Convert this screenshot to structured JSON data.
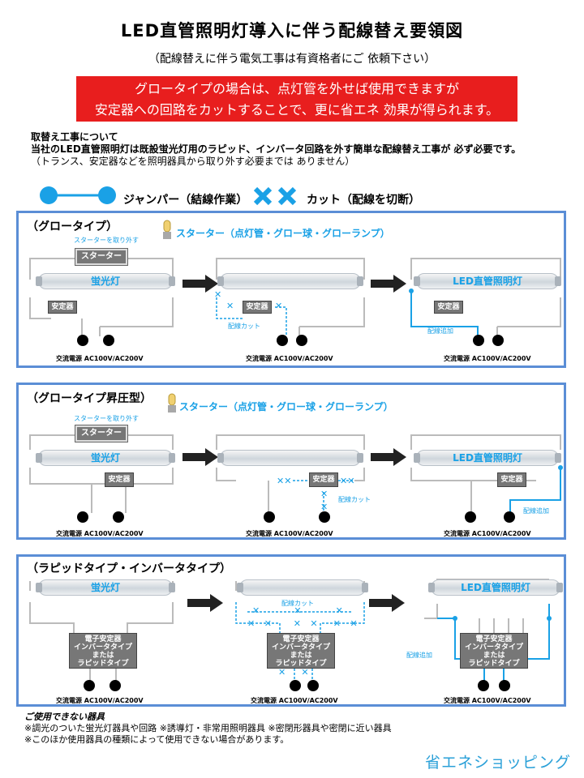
{
  "header": {
    "title": "LED直管照明灯導入に伴う配線替え要領図",
    "subtitle": "（配線替えに伴う電気工事は有資格者にご 依頼下さい）",
    "red_line1": "グロータイプの場合は、点灯管を外せば使用できますが",
    "red_line2": "安定器への回路をカットすることで、更に省エネ 効果が得られます。"
  },
  "notes": {
    "heading": "取替え工事について",
    "line1": "当社のLED直管照明灯は既設蛍光灯用のラピッド、インバータ回路を外す簡単な配線替え工事が 必ず必要です。",
    "line2": "（トランス、安定器などを照明器具から取り外す必要までは ありません）"
  },
  "legend": {
    "jumper": "ジャンパー（結線作業）",
    "cut": "カット（配線を切断）"
  },
  "labels": {
    "fluorescent": "蛍光灯",
    "led": "LED直管照明灯",
    "ballast": "安定器",
    "starter": "スターター",
    "remove_starter": "スターターを取り外す",
    "starter_desc": "スターター（点灯管・グロー球・グローランプ）",
    "ac_source": "交流電源 AC100V/AC200V",
    "wire_cut": "配線カット",
    "wire_add": "配線追加",
    "electronic_ballast_1": "電子安定器",
    "electronic_ballast_2": "インバータタイプ",
    "electronic_ballast_3": "または",
    "electronic_ballast_4": "ラピッドタイプ"
  },
  "panels": {
    "glow": "（グロータイプ）",
    "glow_boost": "（グロータイプ昇圧型）",
    "rapid": "（ラピッドタイプ・インバータタイプ）"
  },
  "footer": {
    "heading": "ご使用できない器具",
    "line1": "※調光のついた蛍光灯器具や回路 ※誘導灯・非常用照明器具 ※密閉形器具や密閉に近い器具",
    "line2": "※このほか使用器具の種類によって使用できない場合があります。"
  },
  "brand": "省エネショッピング",
  "colors": {
    "accent_blue": "#1aa1e6",
    "panel_border": "#5b8ed6",
    "red": "#e81e1e"
  }
}
